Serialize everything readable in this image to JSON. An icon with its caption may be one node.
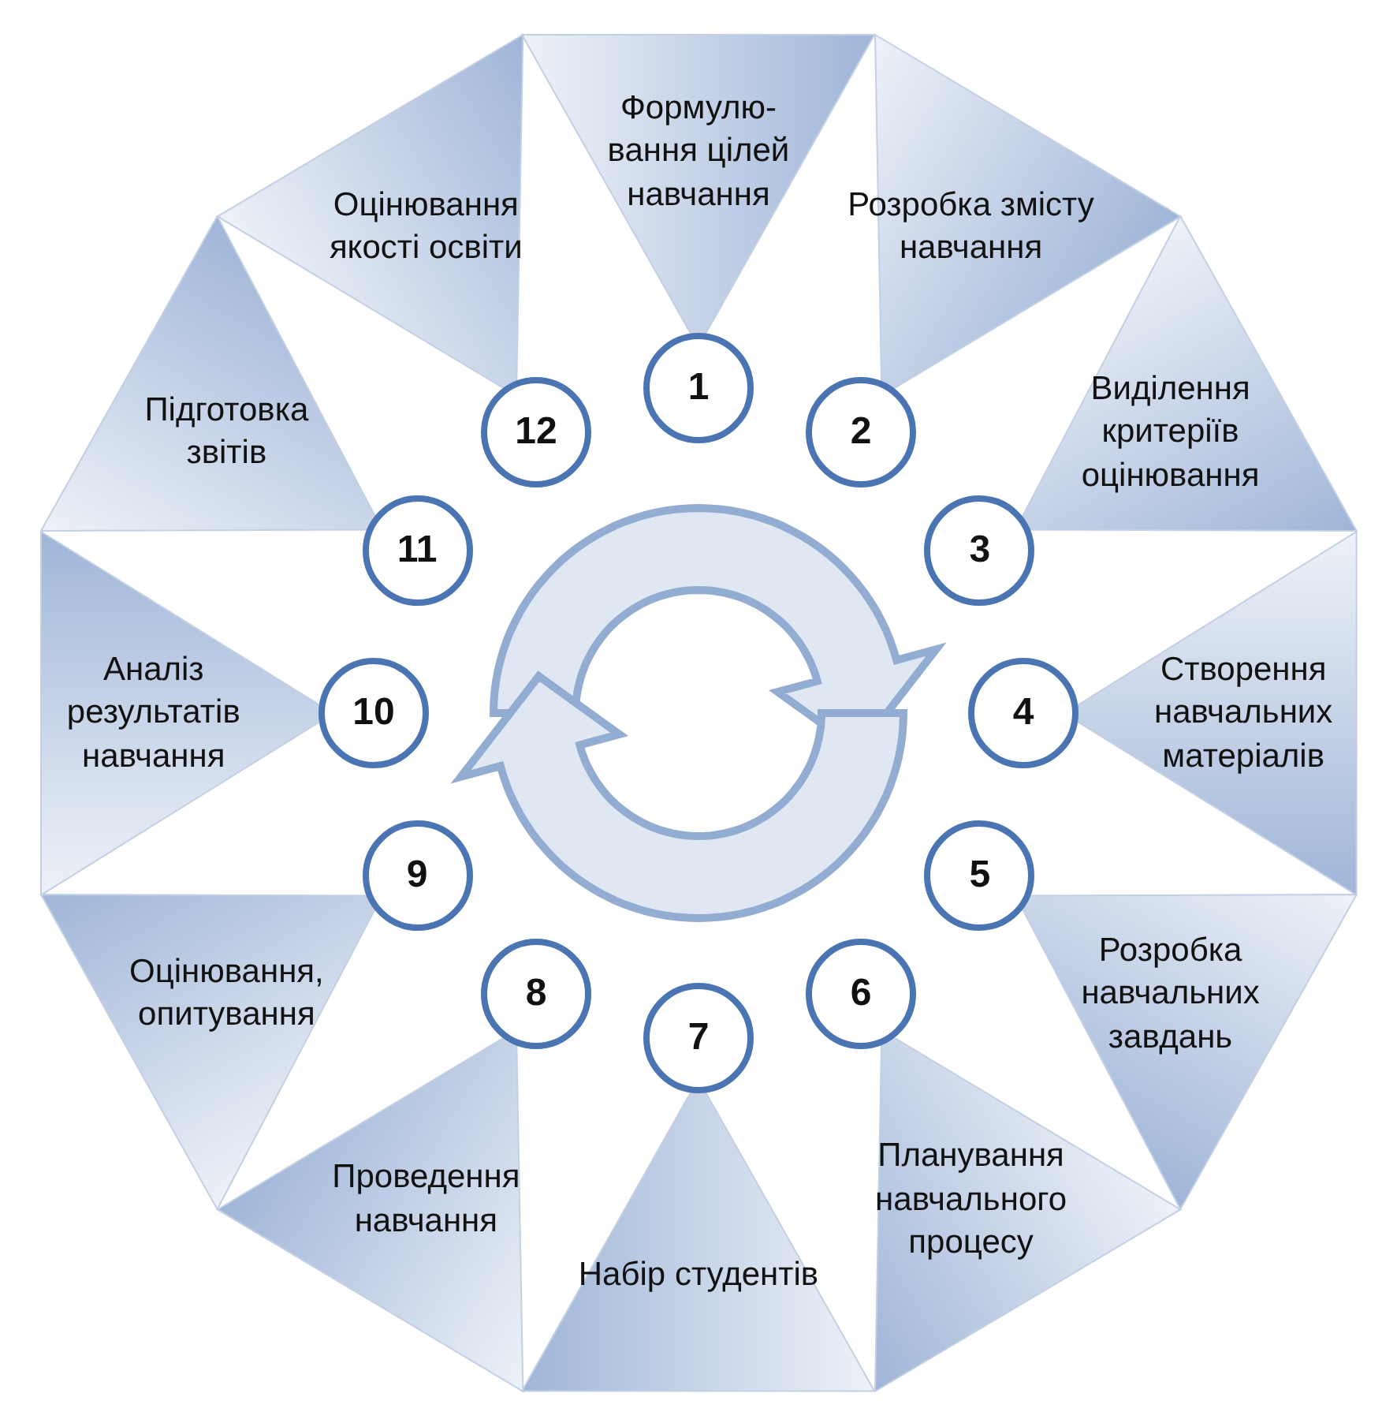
{
  "diagram": {
    "nodes": [
      {
        "text": [
          "Формулю- вання цілей навчання"
        ]
      },
      {
        "text": [
          "1"
        ]
      },
      {
        "text": [
          "Розробка змісту навчання"
        ]
      },
      {
        "text": [
          "2"
        ]
      },
      {
        "text": [
          "Виділення критеріїв оцінювання"
        ]
      },
      {
        "text": [
          "3"
        ]
      },
      {
        "text": [
          "Створення навчальних матеріалів"
        ]
      },
      {
        "text": [
          "4"
        ]
      },
      {
        "text": [
          "Розробка навчальних завдань"
        ]
      },
      {
        "text": [
          "5"
        ]
      },
      {
        "text": [
          "Планування навчального процесу"
        ]
      },
      {
        "text": [
          "6"
        ]
      },
      {
        "text": [
          "Набір студентів"
        ]
      },
      {
        "text": [
          "7"
        ]
      },
      {
        "text": [
          "Проведення навчання"
        ]
      },
      {
        "text": [
          "8"
        ]
      },
      {
        "text": [
          "Оцінювання, опитування"
        ]
      },
      {
        "text": [
          "9"
        ]
      },
      {
        "text": [
          "Аналіз результатів навчання"
        ]
      },
      {
        "text": [
          "10"
        ]
      },
      {
        "text": [
          "Підготовка звітів"
        ]
      },
      {
        "text": [
          "11"
        ]
      },
      {
        "text": [
          "Оцінювання якості освіти"
        ]
      },
      {
        "text": [
          "12"
        ]
      }
    ]
  }
}
